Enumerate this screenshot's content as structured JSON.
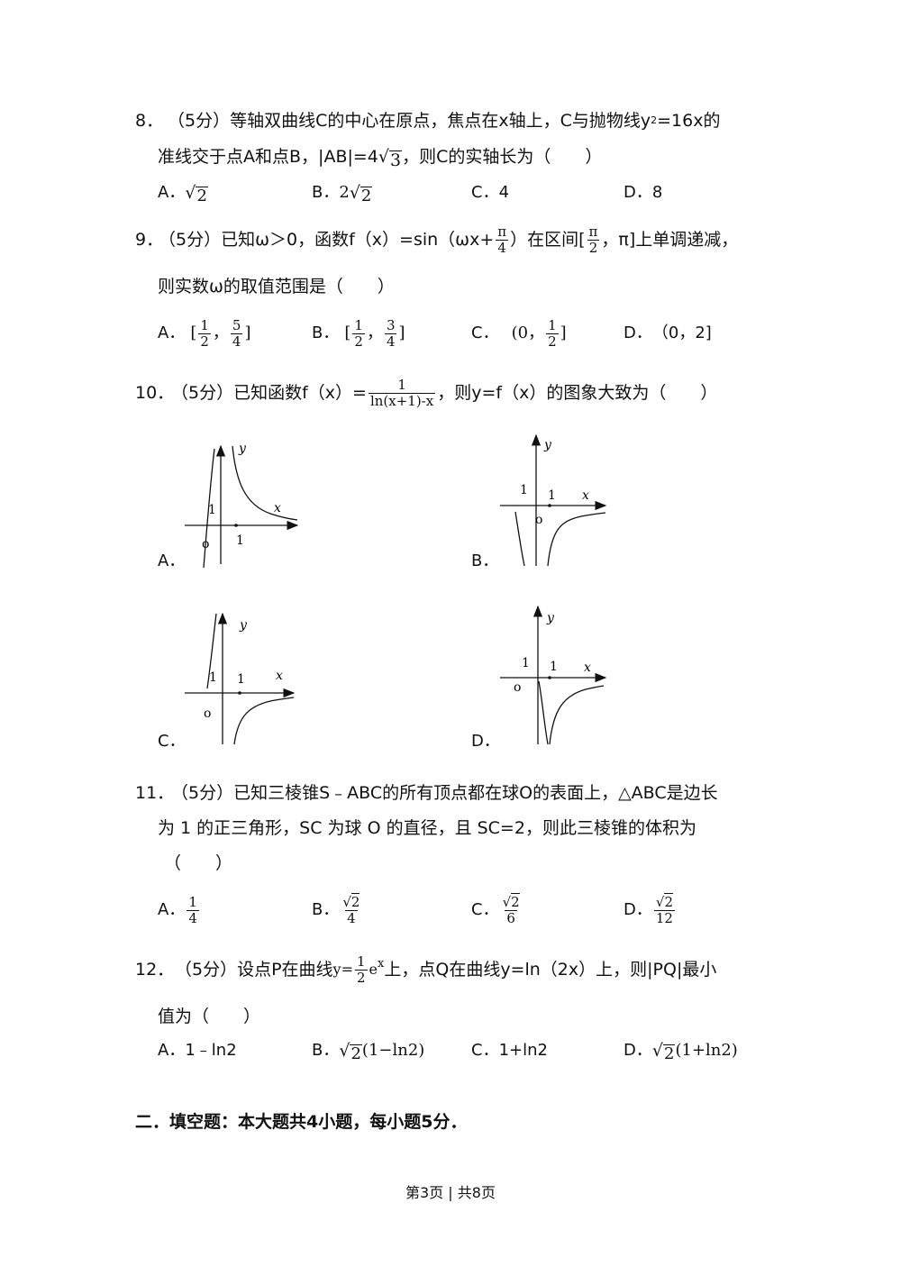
{
  "q8": {
    "num": "8．",
    "line1": "（5分）等轴双曲线C的中心在原点，焦点在x轴上，C与抛物线y",
    "line1_sup": "2",
    "line1_tail": "=16x的",
    "line2_a": "准线交于点A和点B，",
    "line2_b": "|AB|=4",
    "line2_sqrt": "3",
    "line2_c": "，则C的实轴长为（　　）",
    "options": {
      "a_label": "A．",
      "a_sqrt": "2",
      "b_label": "B．",
      "b_coef": "2",
      "b_sqrt": "2",
      "c_label": "C．",
      "c_val": "4",
      "d_label": "D．",
      "d_val": "8"
    }
  },
  "q9": {
    "num": "9．",
    "text_a": "（5分）已知ω＞0，函数f（x）=sin（ωx+",
    "frac1_num": "π",
    "frac1_den": "4",
    "text_b": "）在区间[",
    "frac2_num": "π",
    "frac2_den": "2",
    "text_c": "，π]上单调递减，",
    "line2": "则实数ω的取值范围是（　　）",
    "options": {
      "a_label": "A．",
      "a_open": "[",
      "a_n1": "1",
      "a_d1": "2",
      "a_sep": "，",
      "a_n2": "5",
      "a_d2": "4",
      "a_close": "]",
      "b_label": "B．",
      "b_open": "[",
      "b_n1": "1",
      "b_d1": "2",
      "b_sep": "，",
      "b_n2": "3",
      "b_d2": "4",
      "b_close": "]",
      "c_label": "C．",
      "c_open": "(0，",
      "c_n1": "1",
      "c_d1": "2",
      "c_close": "]",
      "d_label": "D．",
      "d_val": "（0，2]"
    }
  },
  "q10": {
    "num": "10．",
    "text_a": "（5分）已知函数f（x）=",
    "frac_num": "1",
    "frac_den": "ln(x+1)-x",
    "text_b": "，则y=f（x）的图象大致为（　　）",
    "graph_labels": {
      "a": "A．",
      "b": "B．",
      "c": "C．",
      "d": "D．"
    },
    "axis": {
      "x": "x",
      "y": "y",
      "one": "1",
      "origin": "o"
    }
  },
  "q11": {
    "num": "11．",
    "line1": "（5分）已知三棱锥S﹣ABC的所有顶点都在球O的表面上，△ABC是边长",
    "line2": "为 1 的正三角形，SC 为球 O 的直径，且 SC=2，则此三棱锥的体积为",
    "line3": "（　　）",
    "options": {
      "a_label": "A．",
      "a_num": "1",
      "a_den": "4",
      "b_label": "B．",
      "b_num_sqrt": "2",
      "b_den": "4",
      "c_label": "C．",
      "c_num_sqrt": "2",
      "c_den": "6",
      "d_label": "D．",
      "d_num_sqrt": "2",
      "d_den": "12"
    }
  },
  "q12": {
    "num": "12．",
    "text_a": "（5分）设点P在曲线",
    "y_eq": "y=",
    "frac_num": "1",
    "frac_den": "2",
    "e_text": "e",
    "e_sup": "x",
    "text_b": "上，点Q在曲线y=ln（2x）上，则|PQ|最小",
    "line2": "值为（　　）",
    "options": {
      "a_label": "A．",
      "a_val": "1﹣ln2",
      "b_label": "B．",
      "b_sqrt": "2",
      "b_tail": "(1−ln2)",
      "c_label": "C．",
      "c_val": "1+ln2",
      "d_label": "D．",
      "d_sqrt": "2",
      "d_tail": "(1+ln2)"
    }
  },
  "section2": "二．填空题：本大题共4小题，每小题5分．",
  "footer": "第3页 | 共8页"
}
